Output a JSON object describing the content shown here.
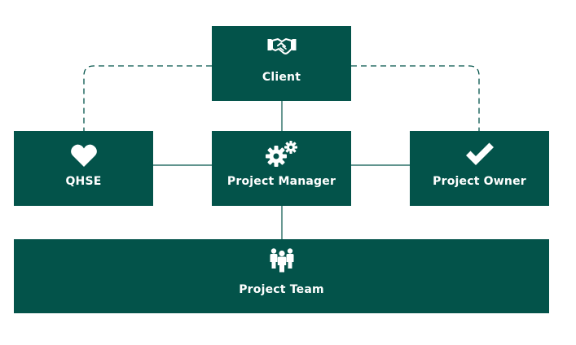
{
  "colors": {
    "node_fill": "#03534a",
    "connector": "#03534a",
    "text": "#ffffff",
    "background": "#ffffff"
  },
  "nodes": {
    "client": {
      "label": "Client",
      "icon": "handshake-icon"
    },
    "qhse": {
      "label": "QHSE",
      "icon": "heart-icon"
    },
    "project_manager": {
      "label": "Project Manager",
      "icon": "gears-icon"
    },
    "project_owner": {
      "label": "Project Owner",
      "icon": "checkmark-icon"
    },
    "project_team": {
      "label": "Project Team",
      "icon": "people-group-icon"
    }
  },
  "connections": [
    {
      "from": "client",
      "to": "project_manager",
      "style": "solid"
    },
    {
      "from": "qhse",
      "to": "project_manager",
      "style": "solid"
    },
    {
      "from": "project_manager",
      "to": "project_owner",
      "style": "solid"
    },
    {
      "from": "project_manager",
      "to": "project_team",
      "style": "solid"
    },
    {
      "from": "client",
      "to": "qhse",
      "style": "dashed"
    },
    {
      "from": "client",
      "to": "project_owner",
      "style": "dashed"
    }
  ]
}
